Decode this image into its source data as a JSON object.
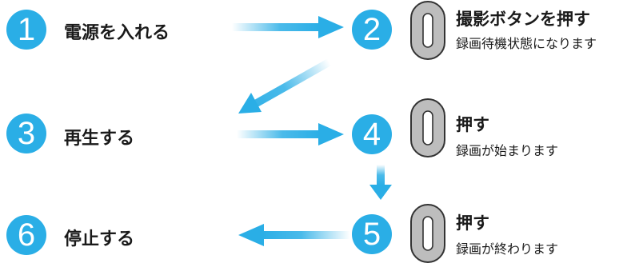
{
  "colors": {
    "accent": "#2aaee6",
    "button_fill": "#bdbdbd",
    "button_stroke": "#333333",
    "text": "#1a1a1a"
  },
  "icons": {
    "button": "shutter-button-icon",
    "arrow": "gradient-arrow-icon"
  },
  "steps": [
    {
      "number": "1",
      "label": "電源を入れる"
    },
    {
      "number": "2",
      "title": "撮影ボタンを押す",
      "sub": "録画待機状態になります"
    },
    {
      "number": "3",
      "label": "再生する"
    },
    {
      "number": "4",
      "title": "押す",
      "sub": "録画が始まります"
    },
    {
      "number": "5",
      "title": "押す",
      "sub": "録画が終わります"
    },
    {
      "number": "6",
      "label": "停止する"
    }
  ]
}
